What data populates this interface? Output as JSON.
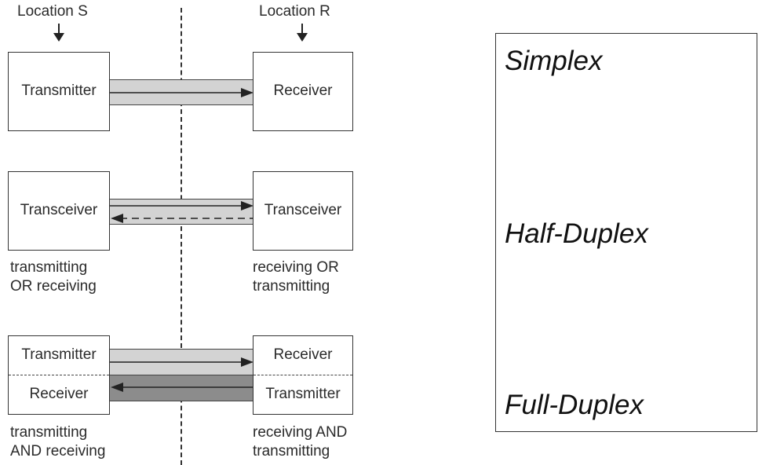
{
  "locations": {
    "sender": "Location S",
    "receiver": "Location R"
  },
  "simplex": {
    "left_box": "Transmitter",
    "right_box": "Receiver"
  },
  "half_duplex": {
    "left_box": "Transceiver",
    "right_box": "Transceiver",
    "left_note": [
      "transmitting",
      "OR receiving"
    ],
    "right_note": [
      "receiving OR",
      "transmitting"
    ]
  },
  "full_duplex": {
    "left_top": "Transmitter",
    "left_bottom": "Receiver",
    "right_top": "Receiver",
    "right_bottom": "Transmitter",
    "left_note": [
      "transmitting",
      "AND receiving"
    ],
    "right_note": [
      "receiving AND",
      "transmitting"
    ]
  },
  "modes": {
    "simplex": "Simplex",
    "half_duplex": "Half-Duplex",
    "full_duplex": "Full-Duplex"
  }
}
